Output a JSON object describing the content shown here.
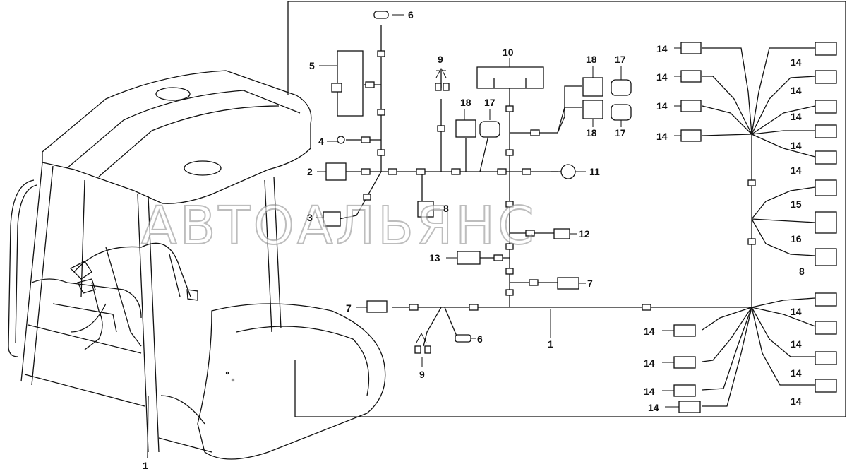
{
  "watermark": "АВТОАЛЬЯНС",
  "labels": {
    "l1": "1",
    "l1b": "1",
    "l2": "2",
    "l3": "3",
    "l4": "4",
    "l5": "5",
    "l6": "6",
    "l6b": "6",
    "l7": "7",
    "l7b": "7",
    "l8": "8",
    "l8b": "8",
    "l9": "9",
    "l9b": "9",
    "l10": "10",
    "l11": "11",
    "l12": "12",
    "l13": "13",
    "l14": "14",
    "l15": "15",
    "l16": "16",
    "l17": "17",
    "l18": "18"
  }
}
